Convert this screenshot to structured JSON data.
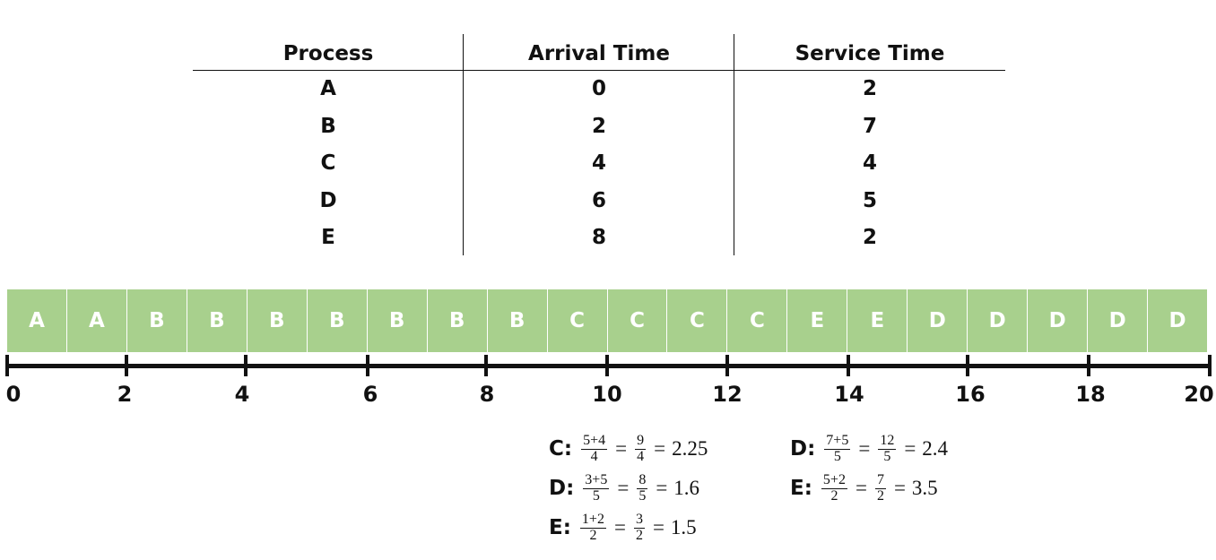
{
  "table": {
    "headers": [
      "Process",
      "Arrival Time",
      "Service Time"
    ],
    "rows": [
      [
        "A",
        "0",
        "2"
      ],
      [
        "B",
        "2",
        "7"
      ],
      [
        "C",
        "4",
        "4"
      ],
      [
        "D",
        "6",
        "5"
      ],
      [
        "E",
        "8",
        "2"
      ]
    ]
  },
  "gantt": {
    "slots": [
      "A",
      "A",
      "B",
      "B",
      "B",
      "B",
      "B",
      "B",
      "B",
      "C",
      "C",
      "C",
      "C",
      "E",
      "E",
      "D",
      "D",
      "D",
      "D",
      "D"
    ],
    "color": "#a8d08d",
    "text_color": "#ffffff"
  },
  "axis": {
    "ticks": [
      "0",
      "2",
      "4",
      "6",
      "8",
      "10",
      "12",
      "14",
      "16",
      "18",
      "20"
    ]
  },
  "formulas": [
    {
      "label": "C:",
      "num": "5+4",
      "den": "4",
      "num2": "9",
      "den2": "4",
      "result": "2.25"
    },
    {
      "label": "D:",
      "num": "3+5",
      "den": "5",
      "num2": "8",
      "den2": "5",
      "result": "1.6"
    },
    {
      "label": "E:",
      "num": "1+2",
      "den": "2",
      "num2": "3",
      "den2": "2",
      "result": "1.5"
    },
    {
      "label": "D:",
      "num": "7+5",
      "den": "5",
      "num2": "12",
      "den2": "5",
      "result": "2.4"
    },
    {
      "label": "E:",
      "num": "5+2",
      "den": "2",
      "num2": "7",
      "den2": "2",
      "result": "3.5"
    }
  ],
  "eq_sign": "="
}
